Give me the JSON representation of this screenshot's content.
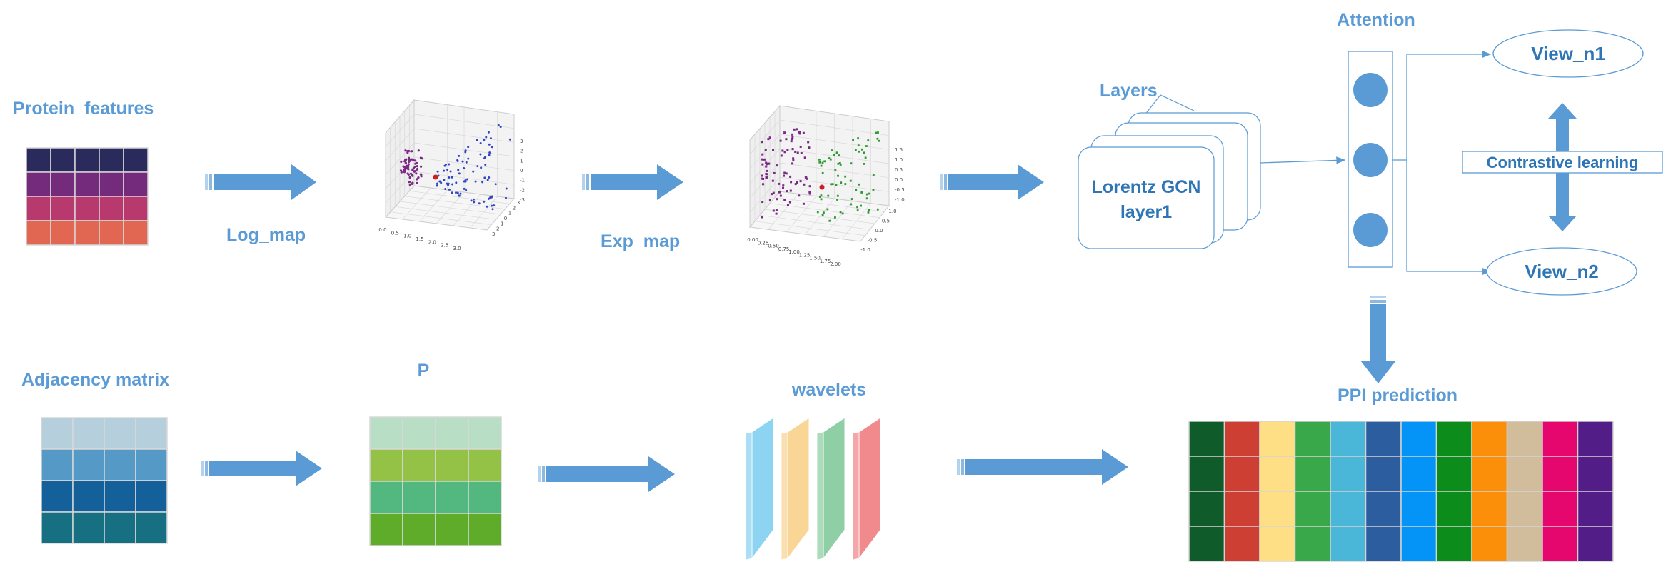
{
  "labels": {
    "protein_features": "Protein_features",
    "log_map": "Log_map",
    "exp_map": "Exp_map",
    "layers": "Layers",
    "gcn_line1": "Lorentz GCN",
    "gcn_line2": "layer1",
    "attention": "Attention",
    "view_n1": "View_n1",
    "view_n2": "View_n2",
    "contrastive": "Contrastive learning",
    "adjacency": "Adjacency matrix",
    "p": "P",
    "wavelets": "wavelets",
    "ppi": "PPI prediction"
  },
  "colors": {
    "arrow": "#5b9bd5",
    "label": "#5b9bd5",
    "protein_rows": [
      "#2b2a5c",
      "#742b7c",
      "#b8396e",
      "#e26753"
    ],
    "adjacency_rows": [
      "#b5cfdd",
      "#5599c6",
      "#13609a",
      "#167082"
    ],
    "p_rows": [
      "#b8dec5",
      "#94c247",
      "#52b880",
      "#5eac2a"
    ],
    "wavelet_panels": [
      "#8dd3f2",
      "#f9d696",
      "#8fcfa5",
      "#f08a8c"
    ],
    "ppi_columns": [
      "#0f5b2a",
      "#cd3f33",
      "#fedf86",
      "#38a84a",
      "#4ab7d9",
      "#2c5d9f",
      "#0494f7",
      "#0b8c1b",
      "#fb8f0a",
      "#d1bd9c",
      "#e5066e",
      "#521d87"
    ],
    "manifold_left": "#7b2a86",
    "manifold_right_a": "#3246c4",
    "manifold_right_b": "#2e9a31",
    "manifold_point": "#d21d1d"
  },
  "plots": {
    "plot1_ticks_x": [
      "0.0",
      "0.5",
      "1.0",
      "1.5",
      "2.0",
      "2.5",
      "3.0"
    ],
    "plot1_ticks_y": [
      "-3",
      "-2",
      "-1",
      "0",
      "1",
      "2",
      "3"
    ],
    "plot1_ticks_z": [
      "3",
      "2",
      "1",
      "0",
      "-1",
      "-2",
      "-3"
    ],
    "plot2_ticks_x": [
      "0.00",
      "0.25",
      "0.50",
      "0.75",
      "1.00",
      "1.25",
      "1.50",
      "1.75",
      "2.00"
    ],
    "plot2_ticks_y": [
      "-1.0",
      "-0.5",
      "0.0",
      "0.5",
      "1.0"
    ],
    "plot2_ticks_z": [
      "1.5",
      "1.0",
      "0.5",
      "0.0",
      "-0.5",
      "-1.0"
    ]
  }
}
